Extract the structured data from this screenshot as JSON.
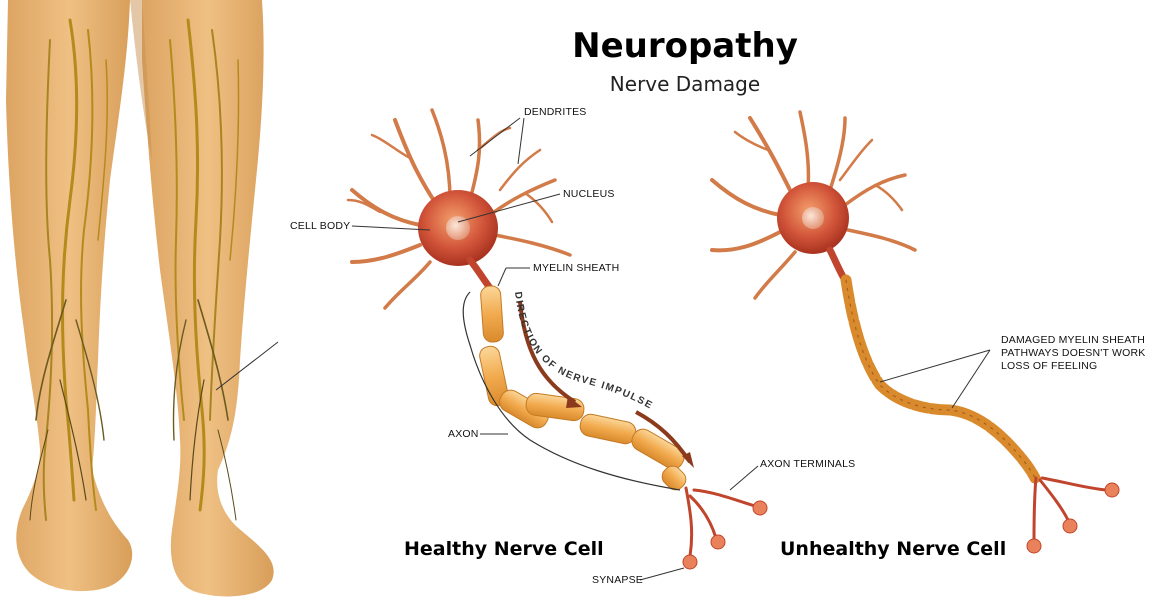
{
  "title": "Neuropathy",
  "subtitle": "Nerve Damage",
  "labels": {
    "dendrites": "DENDRITES",
    "nucleus": "NUCLEUS",
    "cell_body": "CELL BODY",
    "myelin_sheath": "MYELIN SHEATH",
    "direction": "DIRECTION OF NERVE IMPULSE",
    "axon": "AXON",
    "axon_terminals": "AXON TERMINALS",
    "synapse": "SYNAPSE",
    "damaged_1": "DAMAGED MYELIN SHEATH",
    "damaged_2": "PATHWAYS DOESN'T WORK",
    "damaged_3": "LOSS OF FEELING"
  },
  "captions": {
    "healthy": "Healthy Nerve Cell",
    "unhealthy": "Unhealthy Nerve Cell"
  },
  "colors": {
    "skin": "#eab776",
    "skin_shadow": "#d99f5d",
    "nerve": "#b48a1c",
    "nerve_dark": "#6b5a1e",
    "cell": "#c0452c",
    "dendrite": "#d27a48",
    "myelin": "#f2b25c",
    "arrow": "#8b3a1c"
  }
}
